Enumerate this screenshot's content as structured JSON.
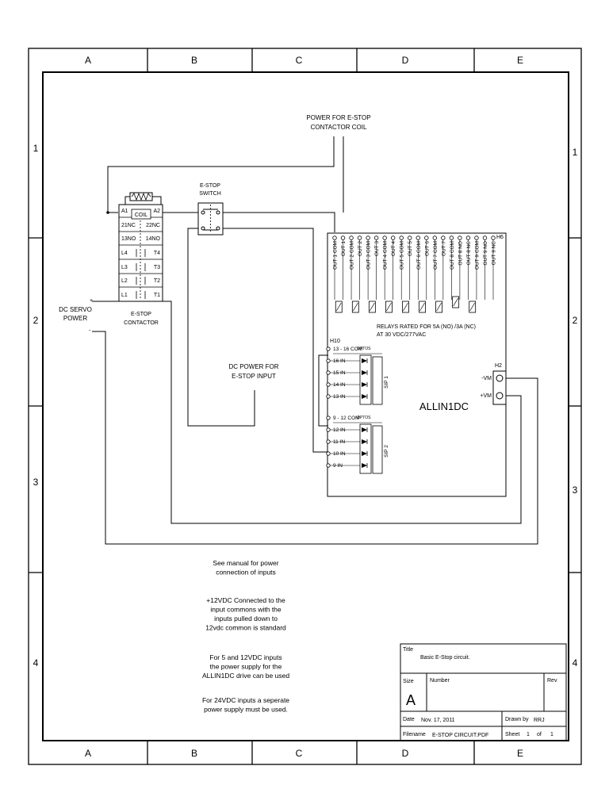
{
  "border": {
    "columns": [
      "A",
      "B",
      "C",
      "D",
      "E"
    ],
    "rows": [
      "1",
      "2",
      "3",
      "4"
    ]
  },
  "labels": {
    "power_coil_1": "POWER FOR E-STOP",
    "power_coil_2": "CONTACTOR COIL",
    "estop_switch_1": "E-STOP",
    "estop_switch_2": "SWITCH",
    "servo_1": "DC SERVO",
    "servo_2": "POWER",
    "servo_plus": "+",
    "servo_minus": "-",
    "contactor_1": "E-STOP",
    "contactor_2": "CONTACTOR",
    "dc_input_1": "DC POWER FOR",
    "dc_input_2": "E-STOP INPUT",
    "relays_1": "RELAYS RATED FOR 5A (NO) /3A (NC)",
    "relays_2": "AT 30 VDC/277VAC",
    "board_name": "ALLIN1DC",
    "h6": "H6",
    "h10": "H10",
    "h2": "H2",
    "vm_minus": "-VM",
    "vm_plus": "+VM",
    "sip1": "SIP 1",
    "sip2": "SIP 2",
    "optos": "OPTOS"
  },
  "contactor_rows": [
    {
      "left": "A1",
      "right": "A2"
    },
    {
      "left": "21NC",
      "right": "22NC"
    },
    {
      "left": "13NO",
      "right": "14NO"
    },
    {
      "left": "L4",
      "right": "T4"
    },
    {
      "left": "L3",
      "right": "T3"
    },
    {
      "left": "L2",
      "right": "T2"
    },
    {
      "left": "L1",
      "right": "T1"
    }
  ],
  "coil_label": "COIL",
  "relay_terminals": [
    "OUT 1 COM",
    "OUT 1",
    "OUT 2 COM",
    "OUT 2",
    "OUT 3 COM",
    "OUT 3",
    "OUT 4 COM",
    "OUT 4",
    "OUT 5 COM",
    "OUT 5",
    "OUT 6 COM",
    "OUT 6",
    "OUT 7 COM",
    "OUT 7",
    "OUT 8 COM",
    "OUT 8 NO",
    "OUT 8 NC",
    "OUT 9 COM",
    "OUT 9 NO",
    "OUT 9 NC"
  ],
  "input_group1": [
    "13 - 16 COM",
    "16 IN",
    "15 IN",
    "14 IN",
    "13 IN"
  ],
  "input_group2": [
    "9 - 12 COM",
    "12 IN",
    "11 IN",
    "10 IN",
    "9 IN"
  ],
  "notes": [
    [
      "See manual for power",
      "connection of inputs"
    ],
    [
      "+12VDC  Connected to the",
      "input commons with the",
      "inputs pulled down to",
      "12vdc common is standard"
    ],
    [
      "For 5 and 12VDC inputs",
      "the power supply for the",
      "ALLIN1DC drive can be used"
    ],
    [
      "For 24VDC inputs a seperate",
      "power supply must be used."
    ]
  ],
  "title_block": {
    "title_label": "Title",
    "title": "Basic E-Stop circuit.",
    "size_label": "Size",
    "size": "A",
    "number_label": "Number",
    "rev_label": "Rev",
    "date_label": "Date",
    "date": "Nov. 17, 2011",
    "drawn_label": "Drawn by",
    "drawn": "RRJ",
    "filename_label": "Filename",
    "filename": "E-STOP CIRCUIT.PDF",
    "sheet_label": "Sheet",
    "sheet": "1",
    "of_label": "of",
    "of": "1"
  }
}
